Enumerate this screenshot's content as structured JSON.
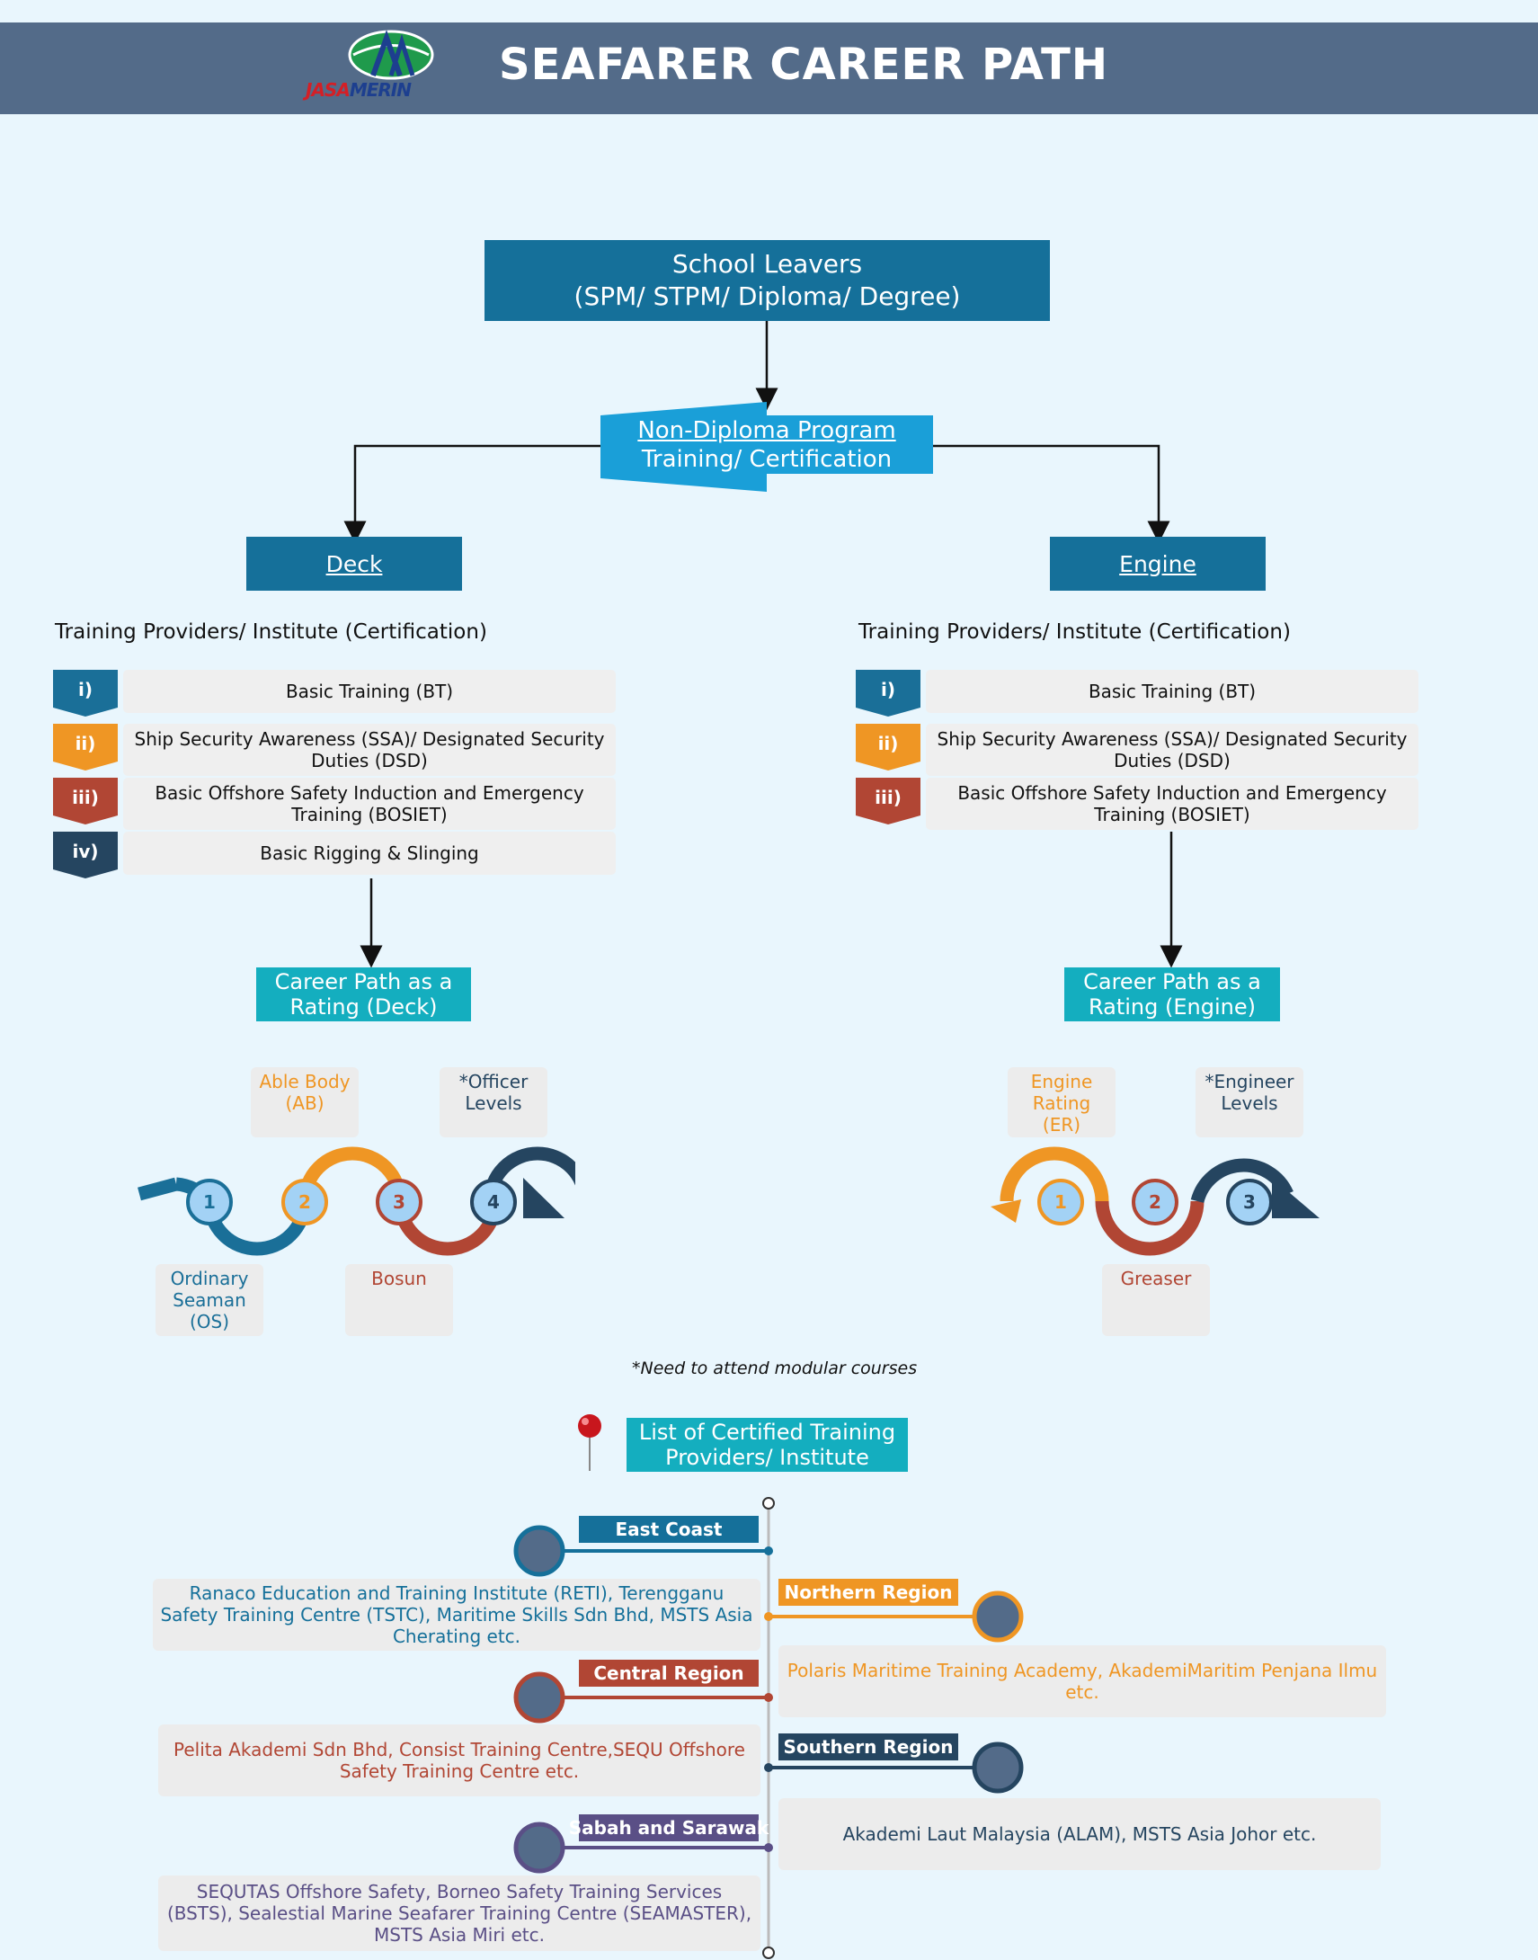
{
  "header": {
    "title": "SEAFARER CAREER PATH",
    "logo_part1": "JASA",
    "logo_part2": "MERIN"
  },
  "root": {
    "line1": "School Leavers",
    "line2": "(SPM/ STPM/ Diploma/ Degree)"
  },
  "program": {
    "line1": "Non-Diploma Program",
    "line2": "Training/ Certification"
  },
  "deck": {
    "title": "Deck",
    "providers_label": "Training Providers/ Institute (Certification)",
    "courses": [
      {
        "num": "i)",
        "text": "Basic Training (BT)",
        "color": "#1a6f98"
      },
      {
        "num": "ii)",
        "text": "Ship Security Awareness (SSA)/ Designated Security Duties (DSD)",
        "color": "#ef9624"
      },
      {
        "num": "iii)",
        "text": "Basic Offshore Safety Induction and Emergency Training (BOSIET)",
        "color": "#b14634"
      },
      {
        "num": "iv)",
        "text": "Basic Rigging & Slinging",
        "color": "#254560"
      }
    ],
    "career_title": "Career Path as a Rating (Deck)",
    "steps": [
      {
        "num": "1",
        "label": "Ordinary Seaman (OS)",
        "color": "#1a6f98"
      },
      {
        "num": "2",
        "label": "Able Body (AB)",
        "color": "#ef9624"
      },
      {
        "num": "3",
        "label": "Bosun",
        "color": "#b14634"
      },
      {
        "num": "4",
        "label": "*Officer Levels",
        "color": "#254560"
      }
    ]
  },
  "engine": {
    "title": "Engine",
    "providers_label": "Training Providers/ Institute (Certification)",
    "courses": [
      {
        "num": "i)",
        "text": "Basic Training (BT)",
        "color": "#1a6f98"
      },
      {
        "num": "ii)",
        "text": "Ship Security Awareness (SSA)/ Designated Security Duties (DSD)",
        "color": "#ef9624"
      },
      {
        "num": "iii)",
        "text": "Basic Offshore Safety Induction and Emergency Training (BOSIET)",
        "color": "#b14634"
      }
    ],
    "career_title": "Career Path as a Rating (Engine)",
    "steps": [
      {
        "num": "1",
        "label": "Engine Rating (ER)",
        "color": "#ef9624"
      },
      {
        "num": "2",
        "label": "Greaser",
        "color": "#b14634"
      },
      {
        "num": "3",
        "label": "*Engineer Levels",
        "color": "#254560"
      }
    ]
  },
  "note": "*Need to attend modular courses",
  "list_title": "List of Certified Training Providers/ Institute",
  "regions": [
    {
      "name": "East Coast",
      "color": "#15709a",
      "providers": "Ranaco Education and Training Institute (RETI), Terengganu Safety Training Centre (TSTC), Maritime Skills Sdn Bhd, MSTS Asia Cherating etc."
    },
    {
      "name": "Northern Region",
      "color": "#ef9624",
      "providers": "Polaris Maritime Training Academy, AkademiMaritim Penjana Ilmu etc."
    },
    {
      "name": "Central Region",
      "color": "#b14634",
      "providers": "Pelita Akademi Sdn Bhd, Consist Training Centre,SEQU Offshore Safety Training Centre etc."
    },
    {
      "name": "Southern Region",
      "color": "#254560",
      "providers": "Akademi Laut Malaysia (ALAM), MSTS Asia Johor etc."
    },
    {
      "name": "Sabah and Sarawak",
      "color": "#5a4f86",
      "providers": "SEQUTAS Offshore Safety, Borneo Safety Training Services (BSTS), Sealestial Marine Seafarer Training Centre (SEAMASTER), MSTS Asia Miri etc."
    }
  ]
}
